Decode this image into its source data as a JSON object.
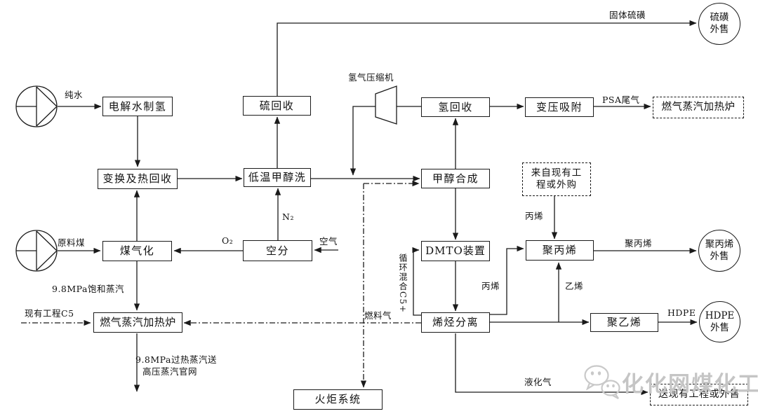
{
  "diagram": {
    "nodes": {
      "electrolysis": "电解水制氢",
      "sulfur_recovery": "硫回收",
      "h2_recovery": "氢回收",
      "psa": "变压吸附",
      "furnace_psa": "燃气蒸汽加热炉",
      "shift_heat": "变换及热回收",
      "rectisol": "低温甲醇洗",
      "meoh_synthesis": "甲醇合成",
      "existing_supply": "来自现有工程或外购",
      "gasification": "煤气化",
      "air_separation": "空分",
      "dmto": "DMTO装置",
      "polypropylene": "聚丙烯",
      "furnace_main": "燃气蒸汽加热炉",
      "olefin_separation": "烯烃分离",
      "polyethylene": "聚乙烯",
      "flare": "火炬系统",
      "send_existing": "送现有工程或外售"
    },
    "terminals": {
      "sulfur_sale": "硫磺外售",
      "pp_sale": "聚丙烯外售",
      "hdpe_sale": "HDPE外售"
    },
    "streams": {
      "pure_water": "纯水",
      "solid_sulfur": "固体硫磺",
      "h2_compressor": "氢气压缩机",
      "psa_tail_gas": "PSA尾气",
      "n2": "N₂",
      "o2": "O₂",
      "air": "空气",
      "raw_coal": "原料煤",
      "saturated_steam": "9.8MPa饱和蒸汽",
      "existing_c5": "现有工程C5",
      "fuel_gas": "燃料气",
      "superheated_steam_1": "9.8MPa过热蒸汽送",
      "superheated_steam_2": "高压蒸汽官网",
      "propylene_top": "丙烯",
      "propylene_mid": "丙烯",
      "pp_product": "聚丙烯",
      "ethylene": "乙烯",
      "hdpe": "HDPE",
      "lpg": "液化气",
      "recycle_c5": "循环混合C5+"
    },
    "watermark": {
      "text": "化化网煤化工"
    },
    "colors": {
      "line": "#1a1a1a",
      "watermark": "#c5c5c5"
    }
  }
}
